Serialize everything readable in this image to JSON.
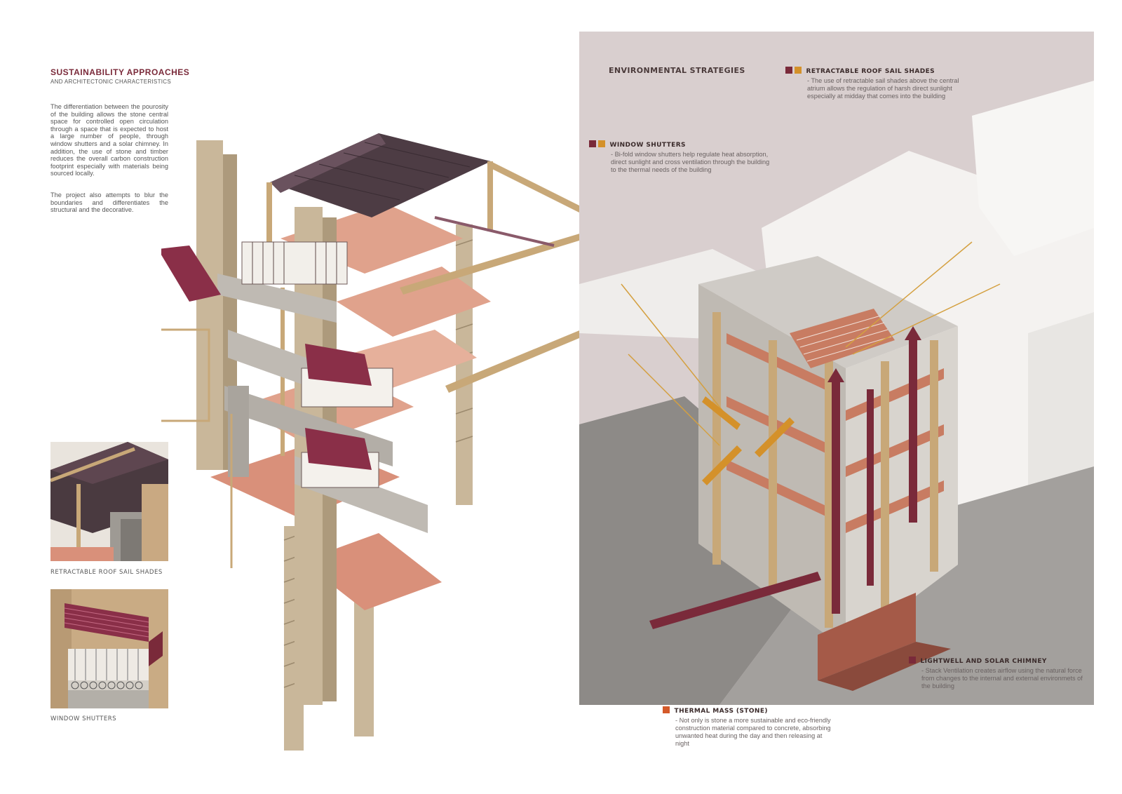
{
  "left": {
    "title": "SUSTAINABILITY APPROACHES",
    "subtitle": "AND ARCHITECTONIC CHARACTERISTICS",
    "paragraph1": "The differentiation between the pourosity of the building allows the stone central space for controlled open circulation through a space that is expected to host a large number of people, through window shutters and a solar chimney. In addition, the use of stone and timber reduces the overall carbon construction footprint especially with materials being sourced locally.",
    "paragraph2": "The project also attempts to blur the boundaries and differentiates the structural and the decorative."
  },
  "details": [
    {
      "caption": "RETRACTABLE ROOF SAIL SHADES"
    },
    {
      "caption": "WINDOW SHUTTERS"
    }
  ],
  "right": {
    "title": "ENVIRONMENTAL STRATEGIES",
    "strategies": {
      "sail": {
        "heading": "RETRACTABLE ROOF SAIL SHADES",
        "text": "- The use of retractable sail shades above the central atrium allows the regulation of harsh direct sunlight especially at midday that comes into the building"
      },
      "shutters": {
        "heading": "WINDOW SHUTTERS",
        "text": "- Bi-fold window shutters help regulate heat absorption, direct sunlight and cross ventilation through the building to the thermal needs of the building"
      },
      "chimney": {
        "heading": "LIGHTWELL AND SOLAR CHIMNEY",
        "text": "- Stack Ventilation creates airflow using the natural force from changes to the internal and external environmets of the building"
      },
      "thermal": {
        "heading": "THERMAL MASS (STONE)",
        "text": "- Not only is stone a more sustainable and eco-friendly construction material compared to concrete, absorbing unwanted heat during the day and then releasing at night"
      }
    }
  },
  "colors": {
    "maroon": "#7a2a3a",
    "ochre": "#d4912a",
    "terracotta": "#d45a2a",
    "timber": "#c8a878",
    "stone": "#b8b4ae",
    "floor": "#d9907a",
    "panel": "#d9cfcf"
  }
}
